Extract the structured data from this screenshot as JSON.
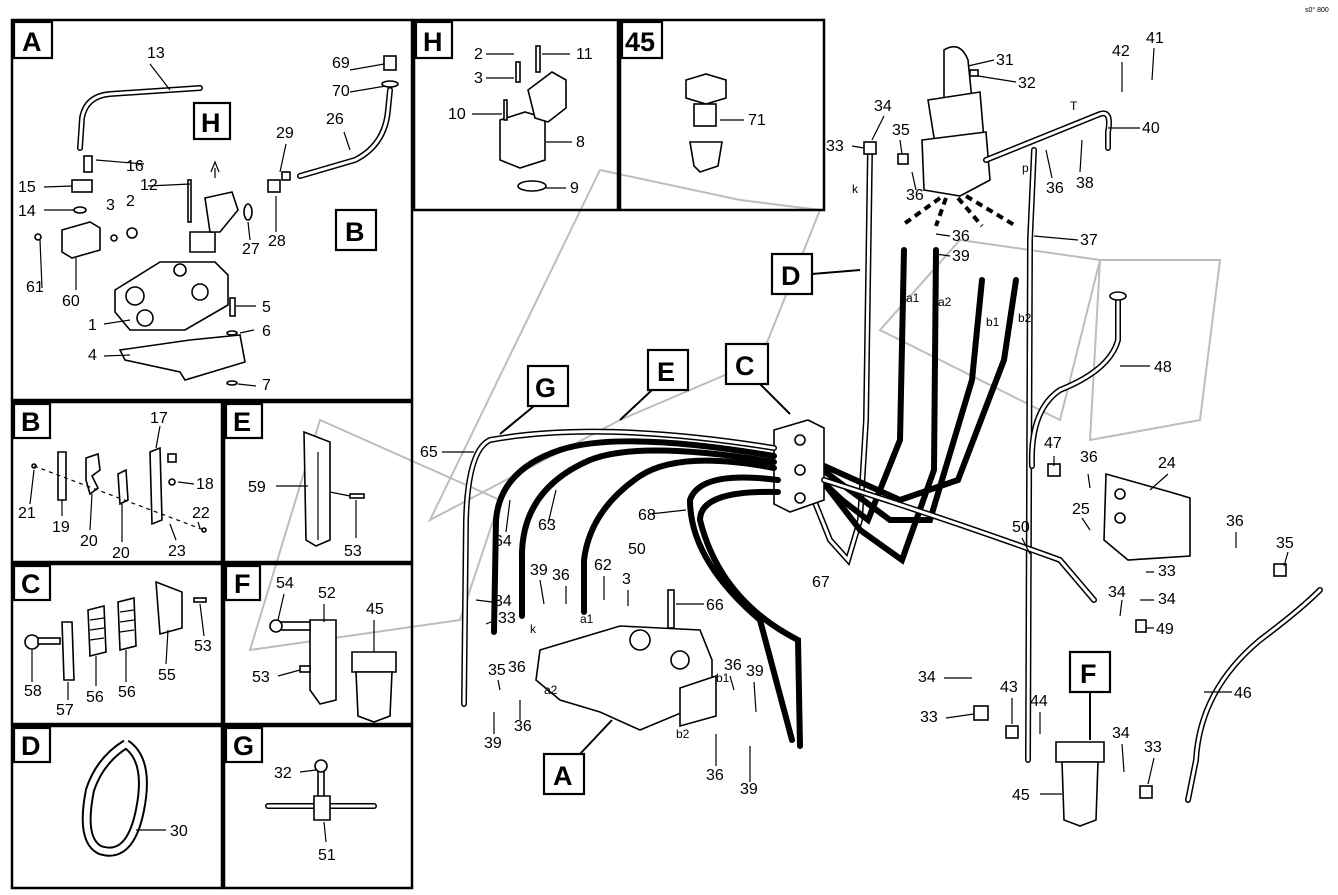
{
  "corner_mark": "s0° 800",
  "panels": {
    "A": {
      "tag": "A",
      "labels": [
        "13",
        "69",
        "70",
        "26",
        "29",
        "H",
        "16",
        "15",
        "12",
        "14",
        "3",
        "2",
        "27",
        "28",
        "B",
        "61",
        "60",
        "5",
        "1",
        "6",
        "4",
        "7"
      ]
    },
    "B": {
      "tag": "B",
      "labels": [
        "17",
        "18",
        "21",
        "19",
        "20",
        "20",
        "22",
        "23"
      ]
    },
    "C": {
      "tag": "C",
      "labels": [
        "53",
        "58",
        "57",
        "56",
        "56",
        "55"
      ]
    },
    "D": {
      "tag": "D",
      "labels": [
        "30"
      ]
    },
    "E": {
      "tag": "E",
      "labels": [
        "59",
        "53"
      ]
    },
    "F": {
      "tag": "F",
      "labels": [
        "54",
        "52",
        "45",
        "53"
      ]
    },
    "G": {
      "tag": "G",
      "labels": [
        "32",
        "51"
      ]
    },
    "H": {
      "tag": "H",
      "labels": [
        "2",
        "11",
        "3",
        "10",
        "8",
        "9"
      ]
    },
    "45": {
      "tag": "45",
      "labels": [
        "71"
      ]
    }
  },
  "main_callouts": {
    "tags": [
      "D",
      "C",
      "G",
      "E",
      "A",
      "F"
    ],
    "numbers": [
      "31",
      "32",
      "41",
      "42",
      "40",
      "34",
      "35",
      "33",
      "36",
      "38",
      "36",
      "37",
      "36",
      "39",
      "48",
      "65",
      "47",
      "36",
      "24",
      "25",
      "63",
      "64",
      "68",
      "50",
      "67",
      "50",
      "36",
      "35",
      "33",
      "34",
      "49",
      "39",
      "36",
      "62",
      "3",
      "66",
      "34",
      "33",
      "35",
      "36",
      "36",
      "39",
      "39",
      "36",
      "39",
      "34",
      "43",
      "44",
      "33",
      "34",
      "33",
      "45",
      "46"
    ],
    "port_letters": [
      "k",
      "T",
      "p",
      "a1",
      "a2",
      "b1",
      "b2",
      "a1",
      "k",
      "a2",
      "b1",
      "b2"
    ]
  }
}
